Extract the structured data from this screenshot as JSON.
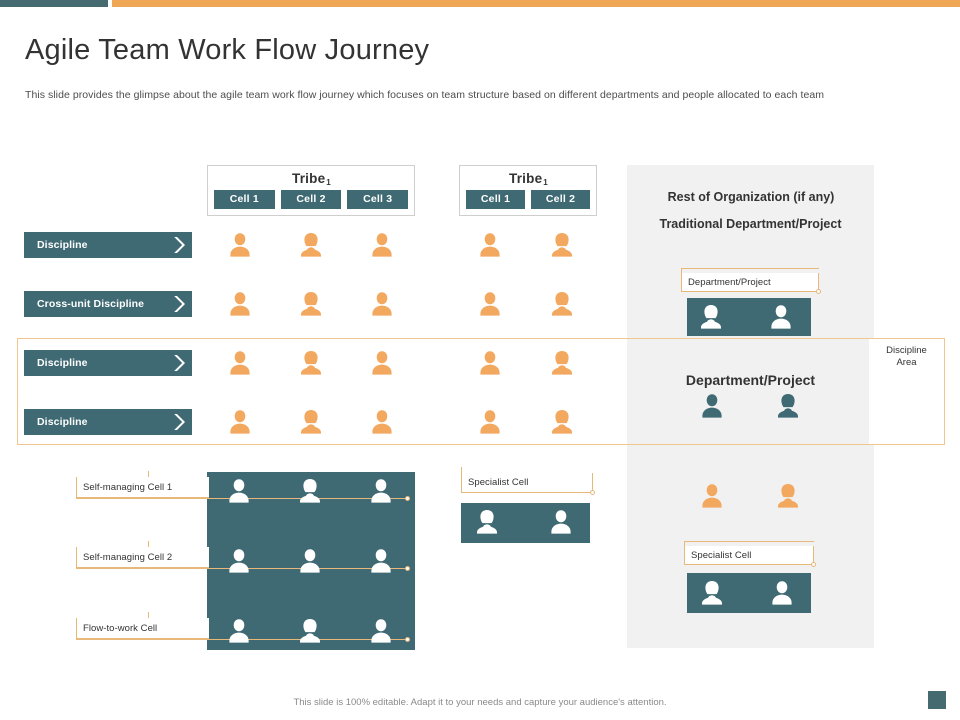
{
  "topbar": {
    "teal_color": "#456a70",
    "orange_color": "#f0a755"
  },
  "header": {
    "title": "Agile Team Work Flow Journey",
    "subtitle": "This slide provides the glimpse about the agile team work flow journey which focuses on team structure based on different departments and people allocated to each team"
  },
  "colors": {
    "teal": "#3f6a73",
    "orange": "#f0a755",
    "person_orange": "#f3a860",
    "panel_gray": "#f1f1f1",
    "callout_border": "#e8b77a"
  },
  "tribes": [
    {
      "title": "Tribe",
      "sub": "1",
      "cells": [
        "Cell 1",
        "Cell 2",
        "Cell 3"
      ]
    },
    {
      "title": "Tribe",
      "sub": "1",
      "cells": [
        "Cell 1",
        "Cell 2"
      ]
    }
  ],
  "disciplines": [
    {
      "label": "Discipline"
    },
    {
      "label": "Cross-unit Discipline"
    },
    {
      "label": "Discipline"
    },
    {
      "label": "Discipline"
    }
  ],
  "discipline_area": {
    "line1": "Discipline",
    "line2": "Area"
  },
  "right_panel": {
    "heading_line1": "Rest of Organization (if any)",
    "heading_line2": "Traditional Department/Project",
    "department_callout": "Department/Project",
    "department_big": "Department/Project",
    "specialist_callout": "Specialist Cell"
  },
  "bottom_left": {
    "cells": [
      {
        "label": "Self-managing Cell 1"
      },
      {
        "label": "Self-managing Cell 2"
      },
      {
        "label": "Flow-to-work Cell"
      }
    ]
  },
  "bottom_middle": {
    "specialist_callout": "Specialist Cell"
  },
  "person_grid": {
    "rows": 4,
    "columns": 5,
    "column_genders": [
      "male",
      "female",
      "male",
      "male",
      "female"
    ],
    "tribe1_columns": 3,
    "tribe2_columns": 2
  },
  "footer": {
    "text": "This slide is 100% editable. Adapt it to your needs and capture your audience's attention."
  }
}
